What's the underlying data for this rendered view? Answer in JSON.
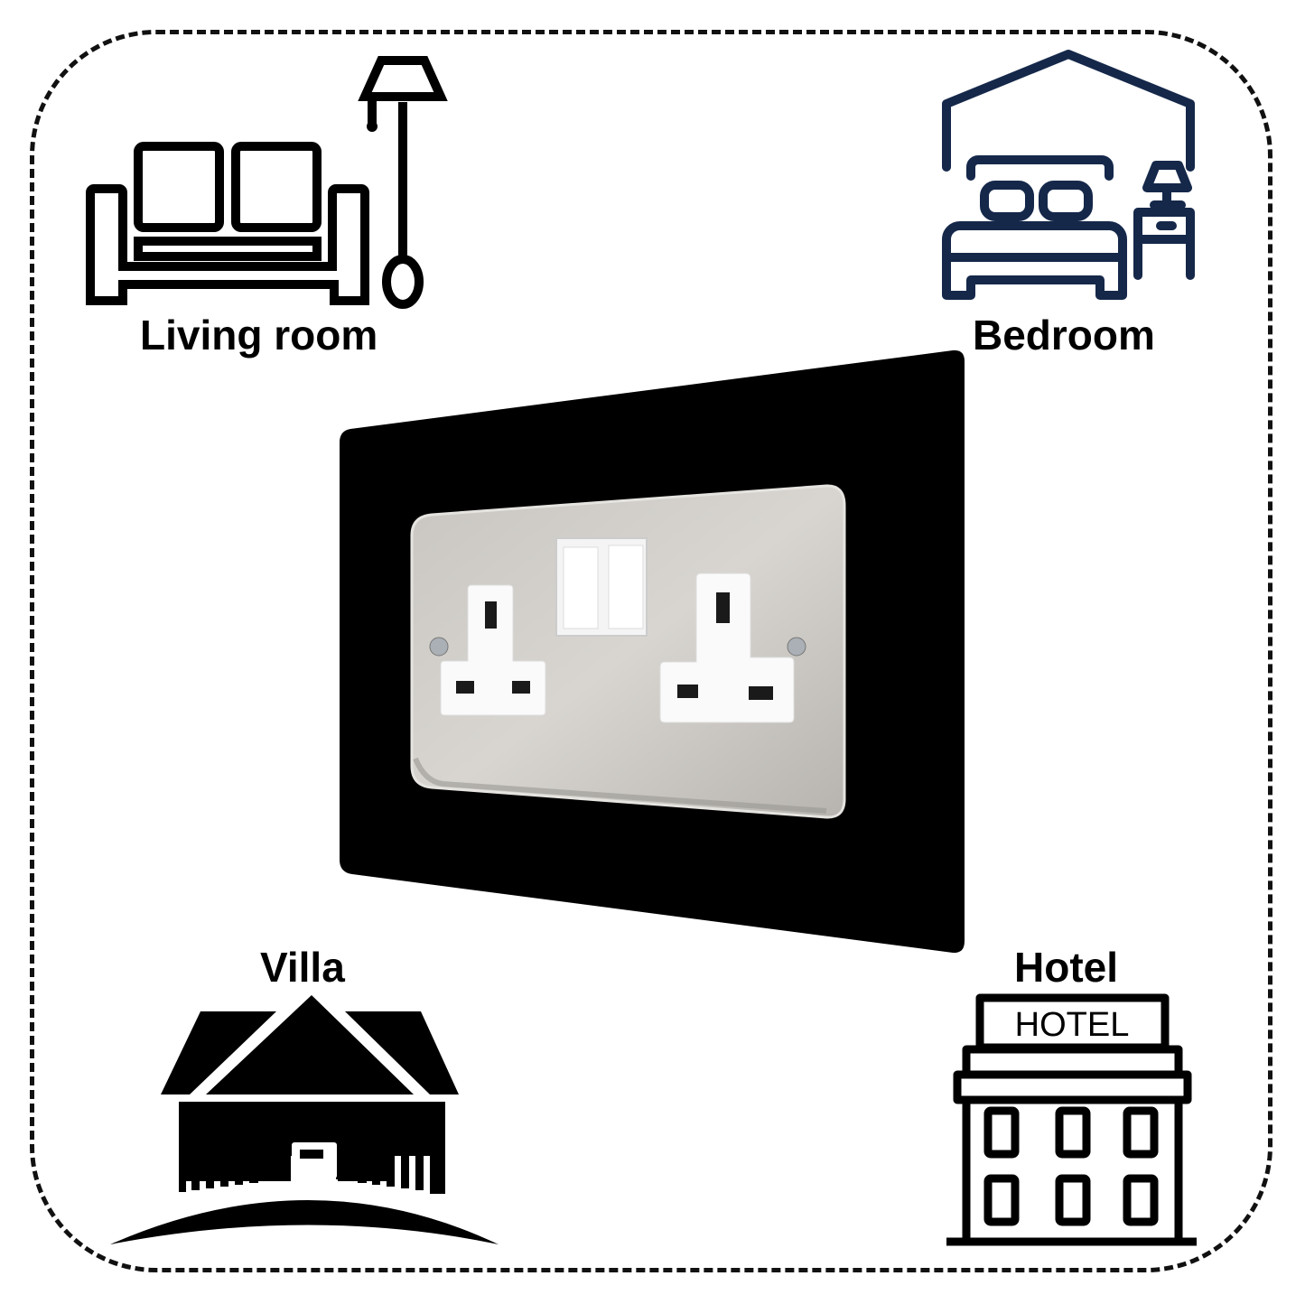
{
  "labels": {
    "living_room": "Living room",
    "bedroom": "Bedroom",
    "villa": "Villa",
    "hotel": "Hotel"
  },
  "hotel_sign": "HOTEL",
  "product": {
    "type": "UK double switched socket on black backplate",
    "backplate_color": "#000000",
    "faceplate_color": "#c8c5c0",
    "socket_insert_color": "#ffffff"
  },
  "colors": {
    "icon_black": "#000000",
    "bedroom_icon": "#15284a",
    "border": "#111111"
  }
}
